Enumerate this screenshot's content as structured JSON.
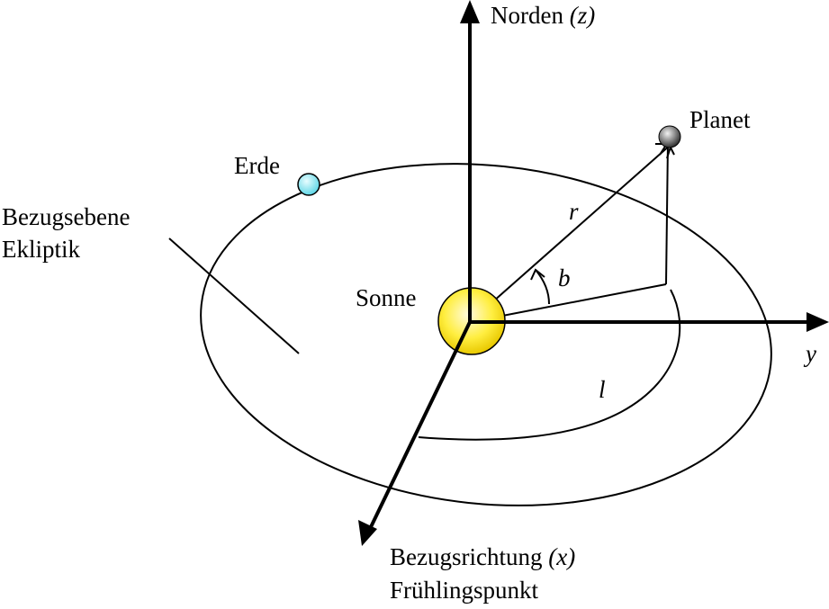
{
  "labels": {
    "north": "Norden",
    "north_axis": "(z)",
    "planet": "Planet",
    "earth": "Erde",
    "plane_line1": "Bezugsebene",
    "plane_line2": "Ekliptik",
    "sun": "Sonne",
    "y_axis": "y",
    "x_dir": "Bezugsrichtung",
    "x_axis": "(x)",
    "vernal": "Frühlingspunkt",
    "radius": "r",
    "latitude": "b",
    "longitude": "l"
  },
  "colors": {
    "sun": "#ffec3d",
    "earth": "#7ee6f0",
    "planet": "#8a8a8a",
    "line": "#000000"
  }
}
